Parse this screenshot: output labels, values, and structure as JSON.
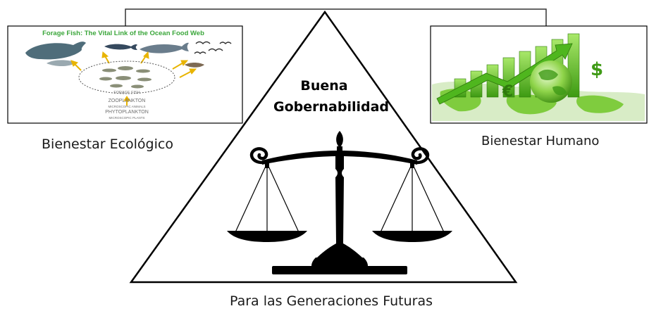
{
  "labels": {
    "left": "Bienestar Ecológico",
    "right": "Bienestar Humano",
    "bottom": "Para las Generaciones Futuras",
    "center_line1": "Buena",
    "center_line2": "Gobernabilidad"
  },
  "fish_image": {
    "title": "Forage Fish: The Vital Link of the Ocean Food Web",
    "forage": "FORAGE FISH",
    "zooplankton": "ZOOPLANKTON",
    "zooplankton_sub": "MICROSCOPIC ANIMALS",
    "phytoplankton": "PHYTOPLANKTON",
    "phytoplankton_sub": "MICROSCOPIC PLANTS"
  },
  "money_image": {
    "symbols": [
      "$",
      "€"
    ]
  },
  "colors": {
    "title_green": "#3aa63a",
    "arrow_yellow": "#e8b400",
    "chart_green": "#5cc52a",
    "scale_black": "#000000"
  }
}
